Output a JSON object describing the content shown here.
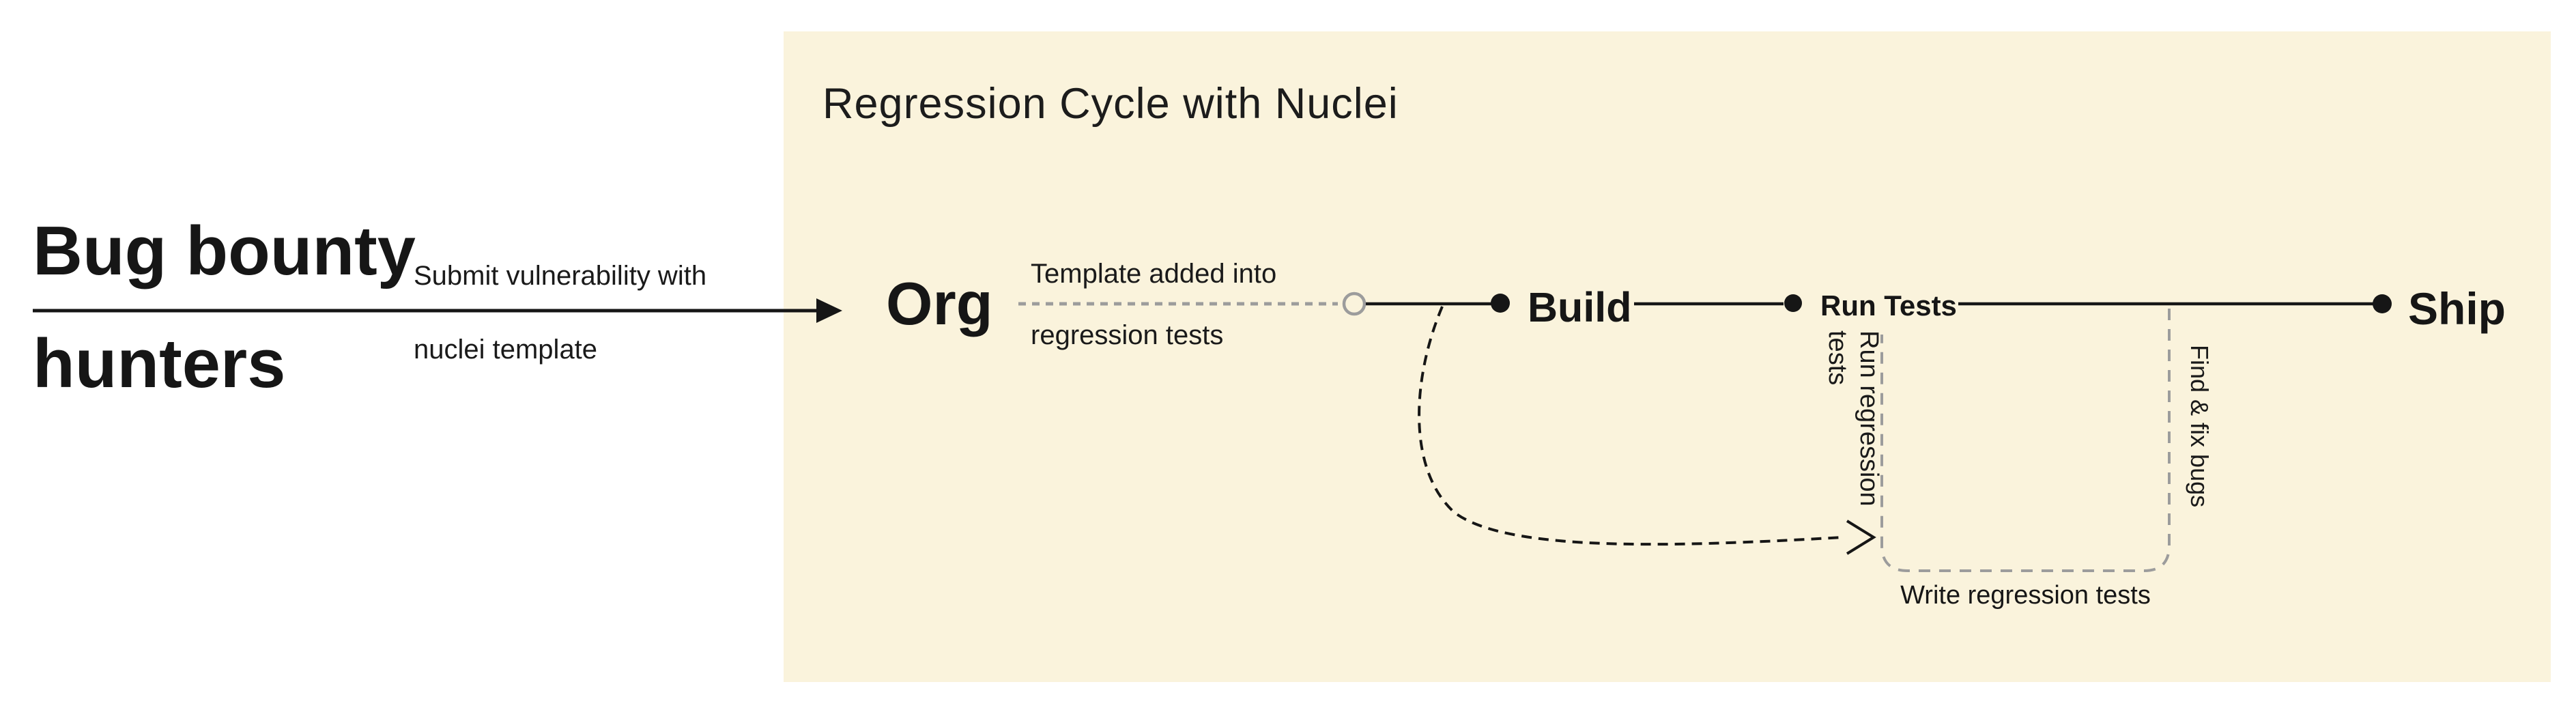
{
  "panel": {
    "title": "Regression Cycle with Nuclei"
  },
  "left": {
    "actor": {
      "line1": "Bug bounty",
      "line2": "hunters"
    },
    "arrow_label": {
      "line1": "Submit vulnerability with",
      "line2": "nuclei template"
    }
  },
  "flow": {
    "org": "Org",
    "template_label": {
      "line1": "Template added into",
      "line2": "regression tests"
    },
    "build": "Build",
    "run_tests": "Run Tests",
    "ship": "Ship"
  },
  "loops": {
    "run_regression": {
      "line1": "Run regression",
      "line2": "tests"
    },
    "find_fix": "Find & fix bugs",
    "write_tests": "Write regression tests"
  },
  "colors": {
    "ink": "#161616",
    "line_gray": "#9c9c9c",
    "cream": "#FAF3DC",
    "white": "#FFFFFF"
  }
}
